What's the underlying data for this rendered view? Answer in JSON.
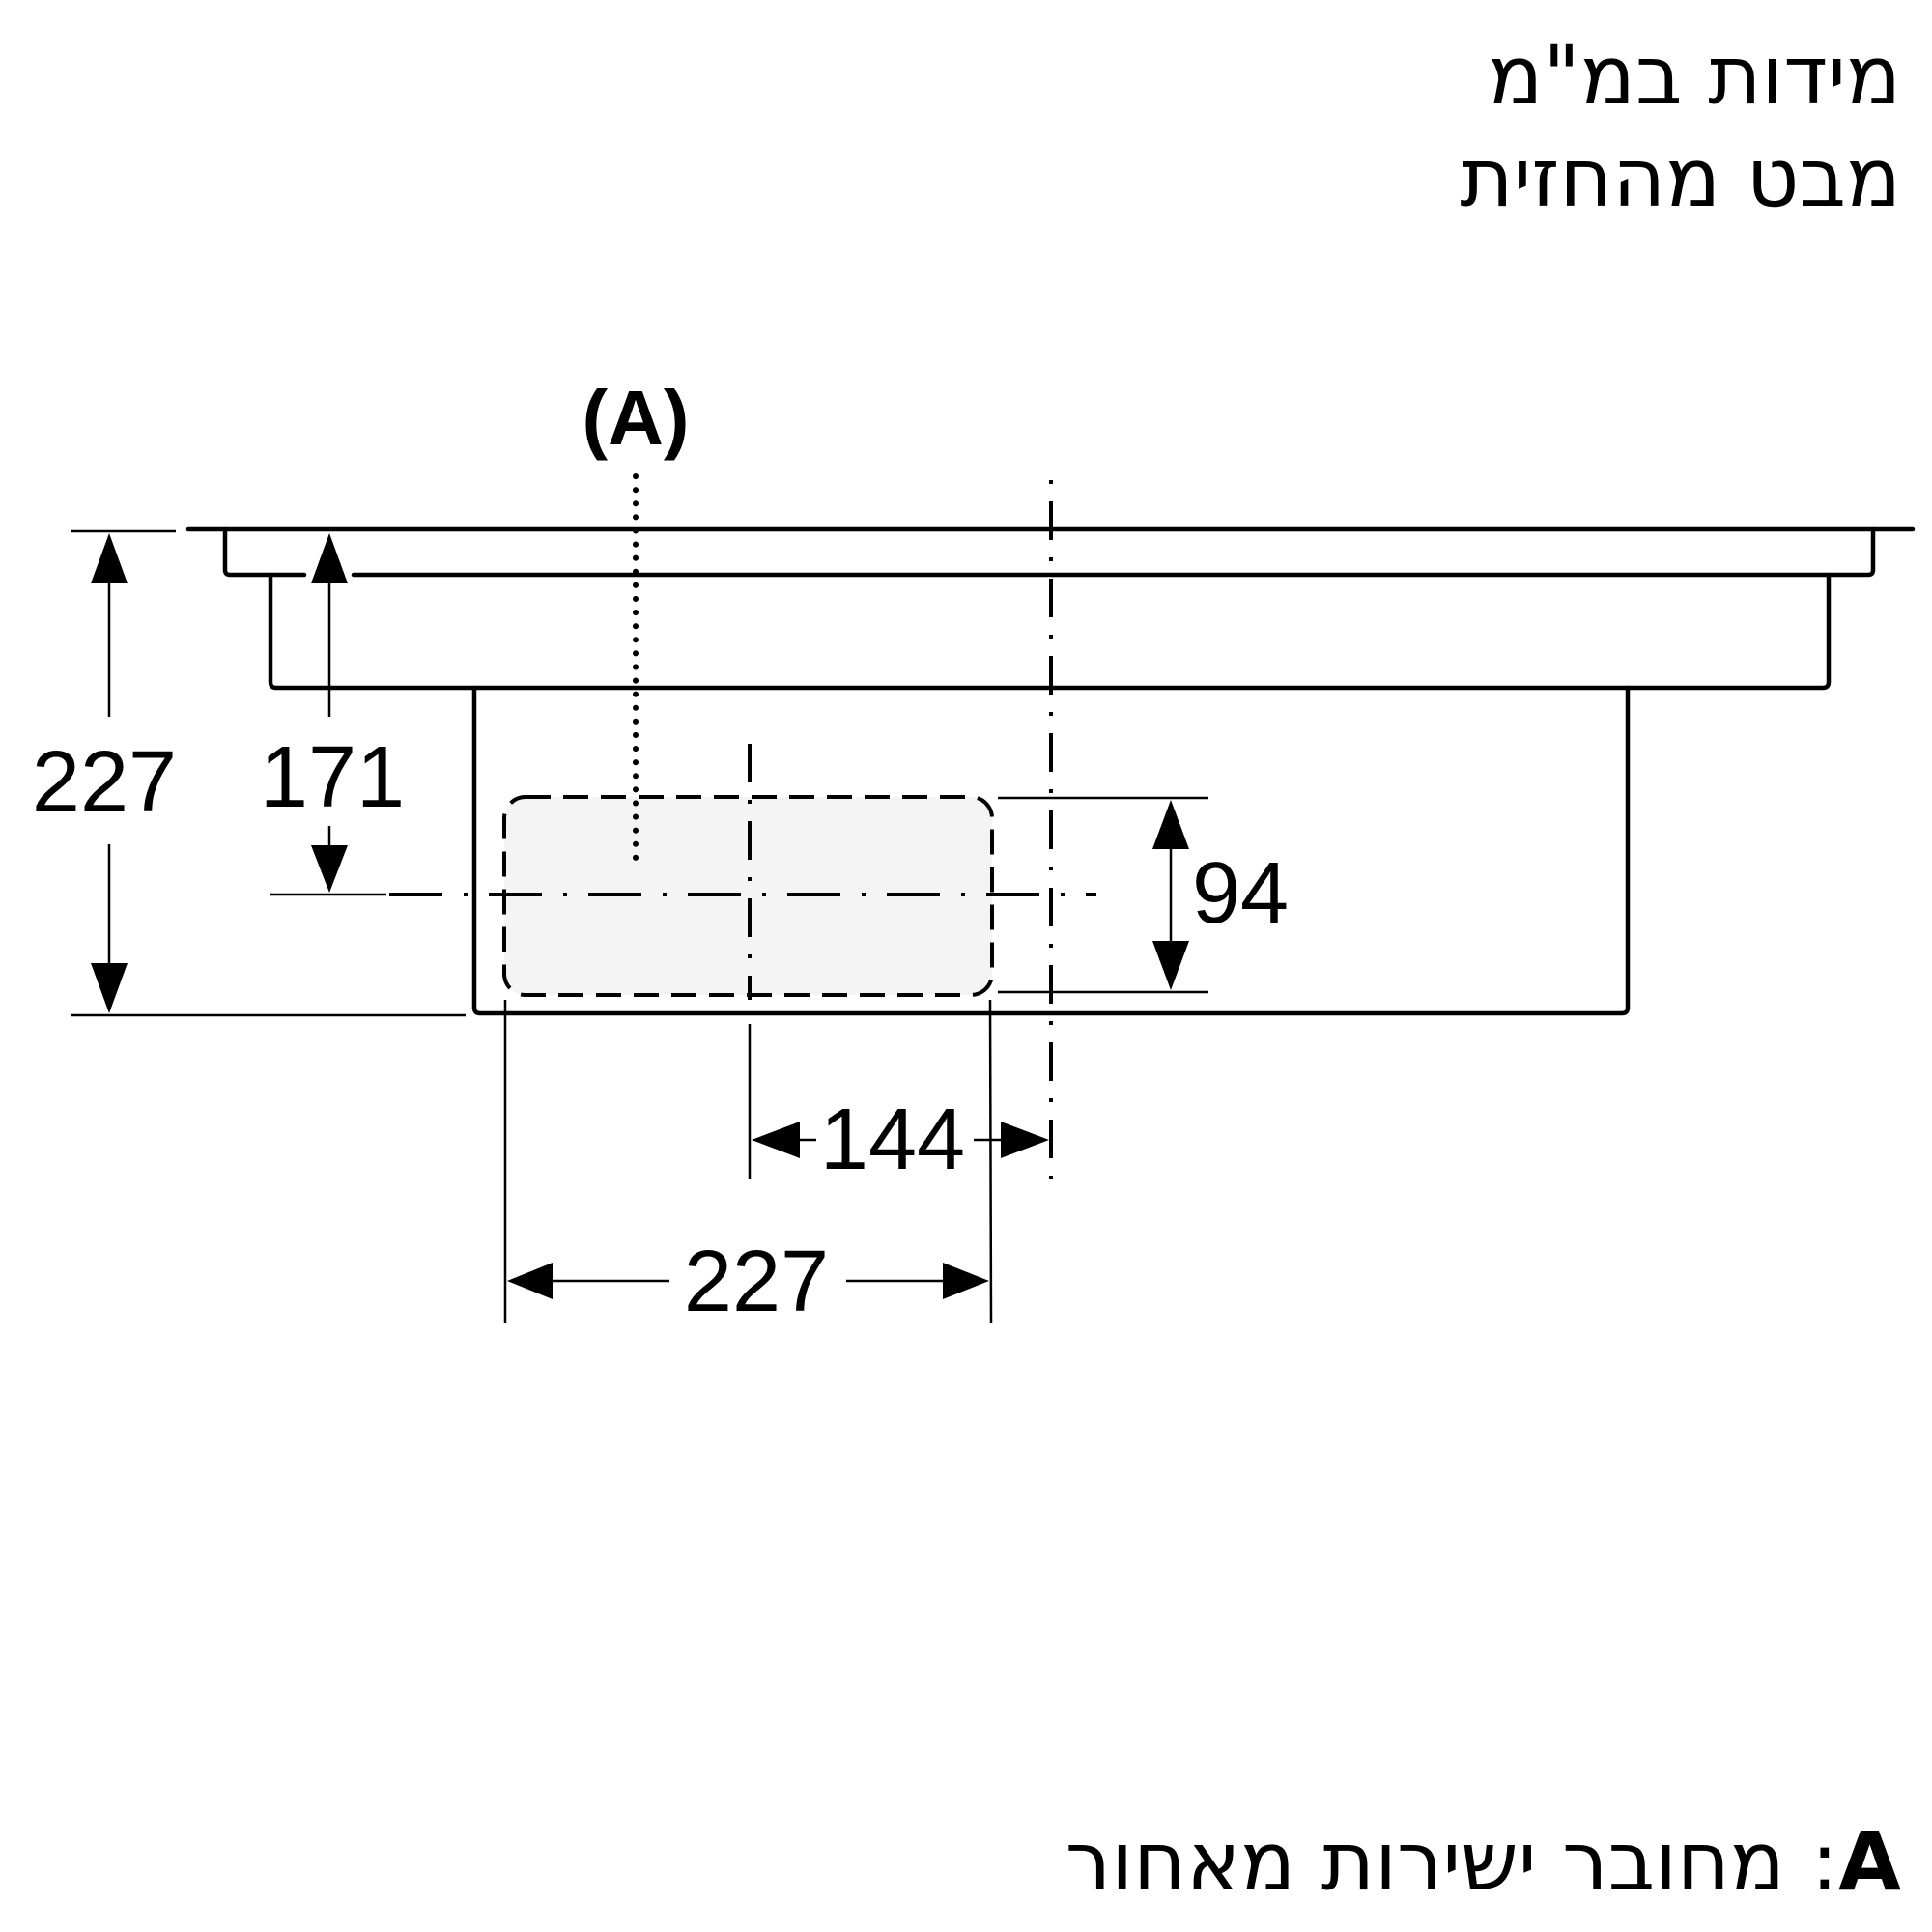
{
  "header": {
    "title": "מידות במ\"מ",
    "subtitle": "מבט מהחזית"
  },
  "marker": {
    "label": "(A)"
  },
  "dimensions": {
    "total_height": "227",
    "to_center": "171",
    "box_height": "94",
    "center_offset": "144",
    "box_width": "227"
  },
  "legend": {
    "key": "A",
    "separator": ":",
    "text": "מחובר ישירות מאחור"
  }
}
